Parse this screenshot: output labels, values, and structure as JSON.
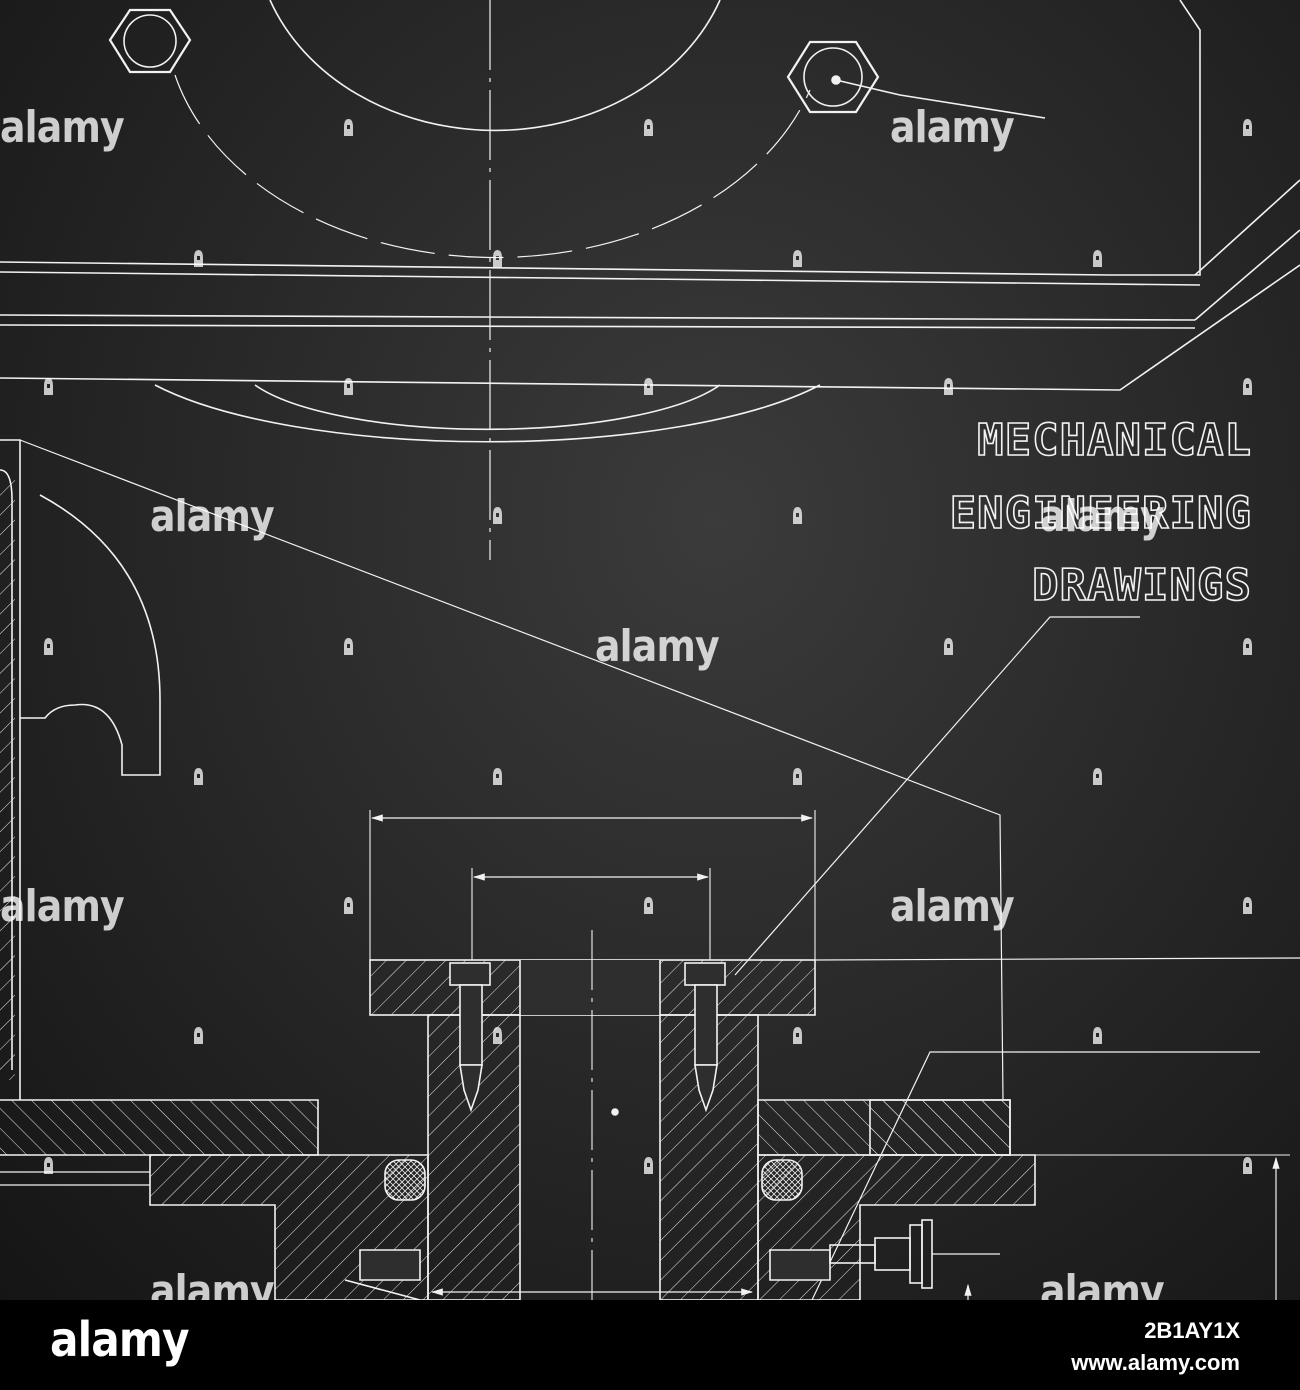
{
  "drawing": {
    "title_lines": [
      "MECHANICAL",
      "ENGINEERING",
      "DRAWINGS"
    ],
    "line_color": "#f2f2f2",
    "background_color": "#2e2e2e"
  },
  "watermark": {
    "text": "alamy",
    "mark_icon": "alamy-a-mark-icon"
  },
  "footer": {
    "logo": "alamy",
    "image_id": "2B1AY1X",
    "url": "www.alamy.com"
  }
}
